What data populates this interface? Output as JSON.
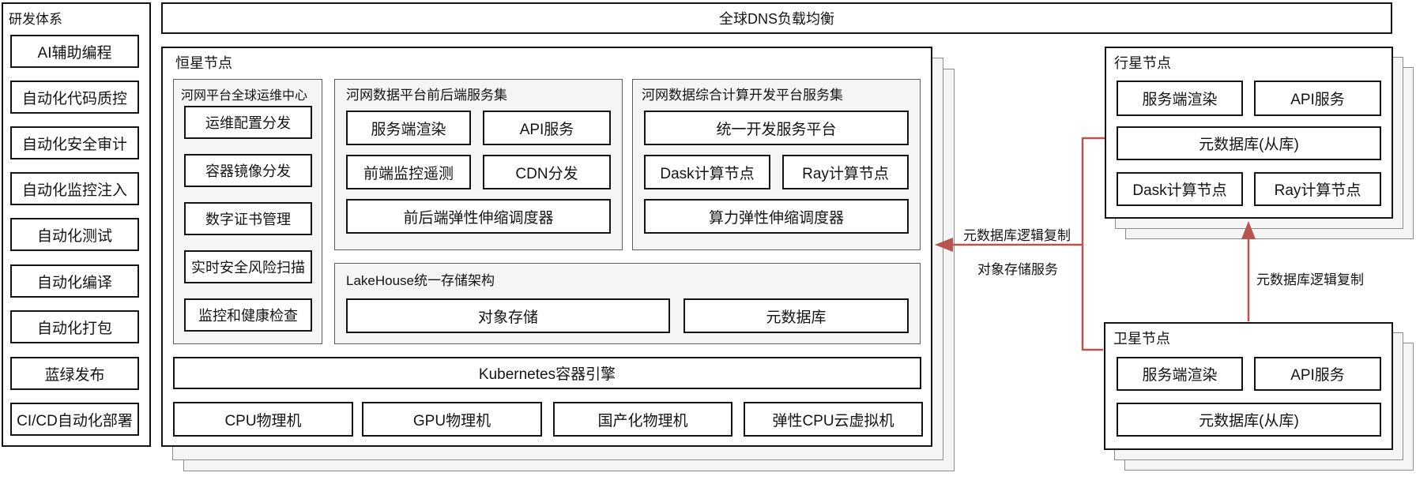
{
  "dns_bar": {
    "label": "全球DNS负载均衡"
  },
  "sidebar": {
    "title": "研发体系",
    "items": [
      "AI辅助编程",
      "自动化代码质控",
      "自动化安全审计",
      "自动化监控注入",
      "自动化测试",
      "自动化编译",
      "自动化打包",
      "蓝绿发布",
      "CI/CD自动化部署"
    ]
  },
  "star_node": {
    "title": "恒星节点",
    "ops_center": {
      "title": "河网平台全球运维中心",
      "items": [
        "运维配置分发",
        "容器镜像分发",
        "数字证书管理",
        "实时安全风险扫描",
        "监控和健康检查"
      ]
    },
    "web_services": {
      "title": "河网数据平台前后端服务集",
      "items": [
        "服务端渲染",
        "API服务",
        "前端监控遥测",
        "CDN分发",
        "前后端弹性伸缩调度器"
      ]
    },
    "compute_platform": {
      "title": "河网数据综合计算开发平台服务集",
      "items": [
        "统一开发服务平台",
        "Dask计算节点",
        "Ray计算节点",
        "算力弹性伸缩调度器"
      ]
    },
    "lakehouse": {
      "title": "LakeHouse统一存储架构",
      "items": [
        "对象存储",
        "元数据库"
      ]
    },
    "kubernetes": "Kubernetes容器引擎",
    "hardware": [
      "CPU物理机",
      "GPU物理机",
      "国产化物理机",
      "弹性CPU云虚拟机"
    ]
  },
  "planet_node": {
    "title": "行星节点",
    "items": [
      "服务端渲染",
      "API服务",
      "元数据库(从库)",
      "Dask计算节点",
      "Ray计算节点"
    ]
  },
  "satellite_node": {
    "title": "卫星节点",
    "items": [
      "服务端渲染",
      "API服务",
      "元数据库(从库)"
    ]
  },
  "connectors": {
    "planet_to_star_labels": [
      "元数据库逻辑复制",
      "对象存储服务"
    ],
    "satellite_to_planet_label": "元数据库逻辑复制"
  },
  "colors": {
    "connector_red": "#b85450",
    "box_border": "#141414",
    "section_bg": "#f5f5f5"
  }
}
